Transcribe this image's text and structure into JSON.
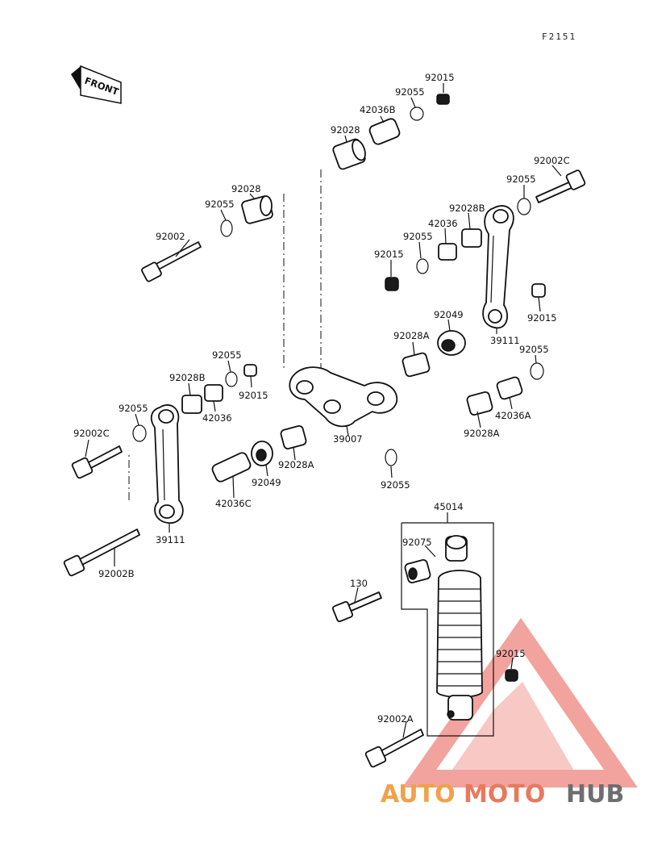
{
  "diagram_code": "F2151",
  "front_label": "FRONT",
  "parts": {
    "p92015_top": "92015",
    "p92055_top": "92055",
    "p42036B": "42036B",
    "p92028_top": "92028",
    "p92002C_right": "92002C",
    "p92055_right1": "92055",
    "p92028_left": "92028",
    "p92055_left": "92055",
    "p92028B_right": "92028B",
    "p42036_right": "42036",
    "p92055_right2": "92055",
    "p92002": "92002",
    "p92015_right1": "92015",
    "p92015_right2": "92015",
    "p92049_right": "92049",
    "p92028A_right": "92028A",
    "p39111_right": "39111",
    "p92055_right3": "92055",
    "p92055_mid": "92055",
    "p92028B_left": "92028B",
    "p92015_left": "92015",
    "p42036_left": "42036",
    "p92055_leftlink": "92055",
    "p42036A": "42036A",
    "p92028A_lower": "92028A",
    "p92002C_left": "92002C",
    "p39007": "39007",
    "p92049_left": "92049",
    "p92028A_left": "92028A",
    "p42036C": "42036C",
    "p92055_bottom": "92055",
    "p39111_left": "39111",
    "p92002B": "92002B",
    "p45014": "45014",
    "p92075": "92075",
    "p130": "130",
    "p92015_shock": "92015",
    "p92002A": "92002A"
  },
  "watermark": {
    "part1": "AUTO",
    "part2": "MOTO",
    "part3": "HUB"
  },
  "colors": {
    "watermark_red": "#e9584f",
    "watermark_orange": "#f0a24a",
    "watermark_gray": "#6e6e6e"
  }
}
